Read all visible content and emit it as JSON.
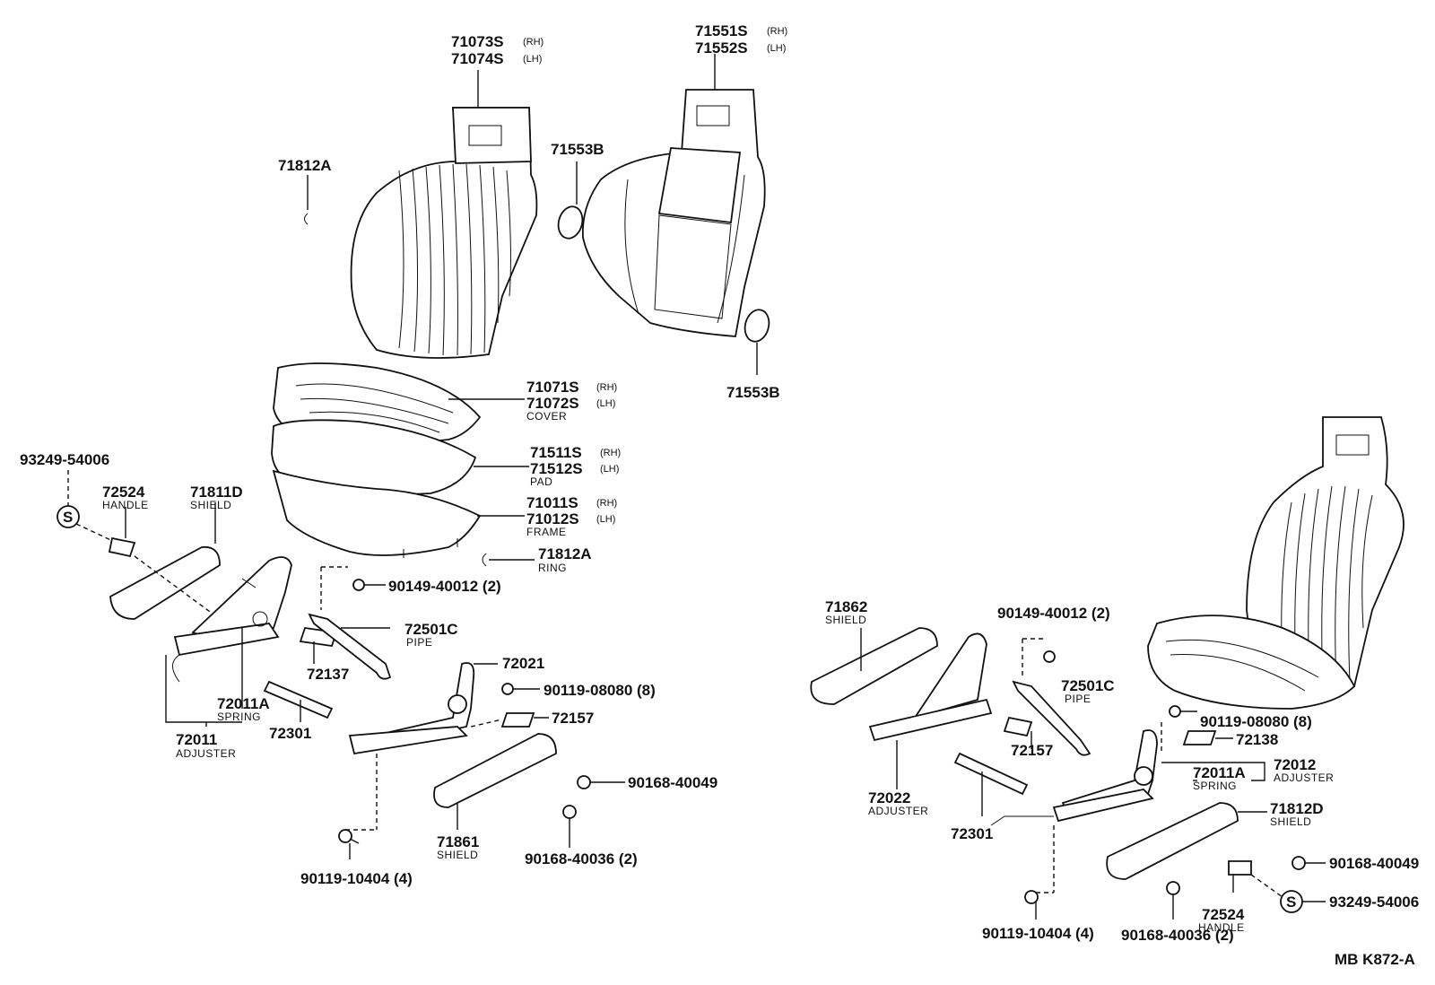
{
  "diagram": {
    "labels": {
      "l_71073s": "71073S",
      "l_71073s_rh": "(RH)",
      "l_71074s": "71074S",
      "l_71074s_lh": "(LH)",
      "l_71551s": "71551S",
      "l_71551s_rh": "(RH)",
      "l_71552s": "71552S",
      "l_71552s_lh": "(LH)",
      "l_71812a_top": "71812A",
      "l_71553b_top": "71553B",
      "l_71553b_bot": "71553B",
      "l_71071s": "71071S",
      "l_71071s_rh": "(RH)",
      "l_71072s": "71072S",
      "l_71072s_lh": "(LH)",
      "l_cover": "COVER",
      "l_71511s": "71511S",
      "l_71511s_rh": "(RH)",
      "l_71512s": "71512S",
      "l_71512s_lh": "(LH)",
      "l_pad": "PAD",
      "l_71011s": "71011S",
      "l_71011s_rh": "(RH)",
      "l_71012s": "71012S",
      "l_71012s_lh": "(LH)",
      "l_frame": "FRAME",
      "l_71812a_ring": "71812A",
      "l_ring": "RING",
      "l_93249_left": "93249-54006",
      "l_s_left": "S",
      "l_72524_left": "72524",
      "l_handle_left": "HANDLE",
      "l_71811d": "71811D",
      "l_shield_71811d": "SHIELD",
      "l_90149_left": "90149-40012 (2)",
      "l_72501c_left": "72501C",
      "l_pipe_left": "PIPE",
      "l_72137": "72137",
      "l_72011a_left": "72011A",
      "l_spring_left": "SPRING",
      "l_72011": "72011",
      "l_adjuster_left": "ADJUSTER",
      "l_72301_left": "72301",
      "l_72021": "72021",
      "l_90119_08080_left": "90119-08080 (8)",
      "l_72157_left": "72157",
      "l_90168_40049_left": "90168-40049",
      "l_71861": "71861",
      "l_shield_71861": "SHIELD",
      "l_90168_40036_left": "90168-40036 (2)",
      "l_90119_10404_left": "90119-10404 (4)",
      "l_71862": "71862",
      "l_shield_71862": "SHIELD",
      "l_90149_right": "90149-40012 (2)",
      "l_72501c_right": "72501C",
      "l_pipe_right": "PIPE",
      "l_90119_08080_right": "90119-08080 (8)",
      "l_72138": "72138",
      "l_72157_right": "72157",
      "l_72012": "72012",
      "l_adjuster_72012": "ADJUSTER",
      "l_72011a_right": "72011A",
      "l_spring_right": "SPRING",
      "l_72022": "72022",
      "l_adjuster_72022": "ADJUSTER",
      "l_71812d": "71812D",
      "l_shield_71812d": "SHIELD",
      "l_72301_right": "72301",
      "l_90168_40049_right": "90168-40049",
      "l_93249_right": "93249-54006",
      "l_s_right": "S",
      "l_72524_right": "72524",
      "l_handle_right": "HANDLE",
      "l_90119_10404_right": "90119-10404 (4)",
      "l_90168_40036_right": "90168-40036 (2)",
      "l_footer": "MB  K872-A"
    }
  }
}
